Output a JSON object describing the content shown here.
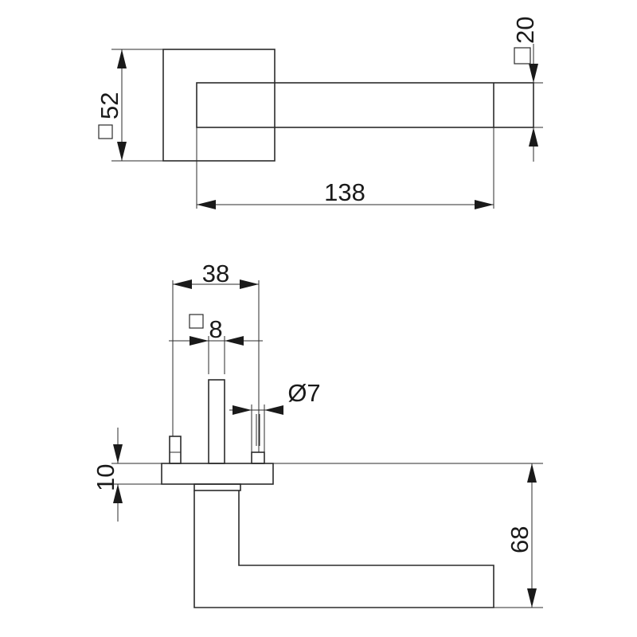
{
  "drawing": {
    "top_view": {
      "rose_size": "52",
      "lever_size": "20",
      "lever_length": "138"
    },
    "side_view": {
      "width": "38",
      "spindle_size": "8",
      "pin_diameter": "Ø7",
      "rose_thickness": "10",
      "height": "68"
    },
    "colors": {
      "line": "#2b2b2b",
      "background": "#ffffff"
    }
  }
}
